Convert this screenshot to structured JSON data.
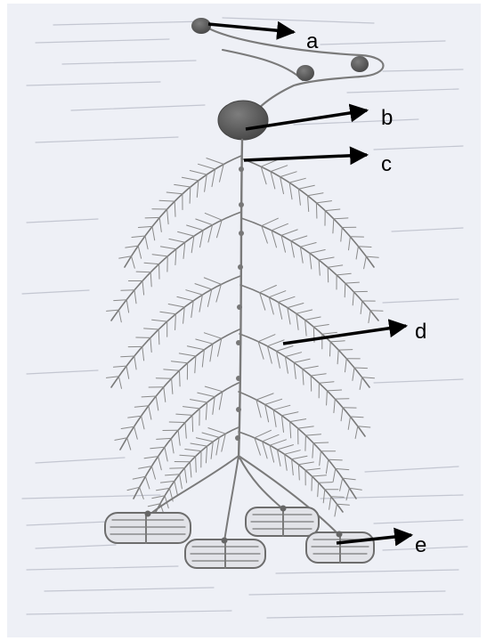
{
  "diagram": {
    "labels": {
      "a": "a",
      "b": "b",
      "c": "c",
      "d": "d",
      "e": "e"
    },
    "colors": {
      "paper": "#eef0f6",
      "pencil": "#7a7a7a",
      "dark_fill": "#5a5a5a",
      "arrow": "#000000"
    }
  }
}
